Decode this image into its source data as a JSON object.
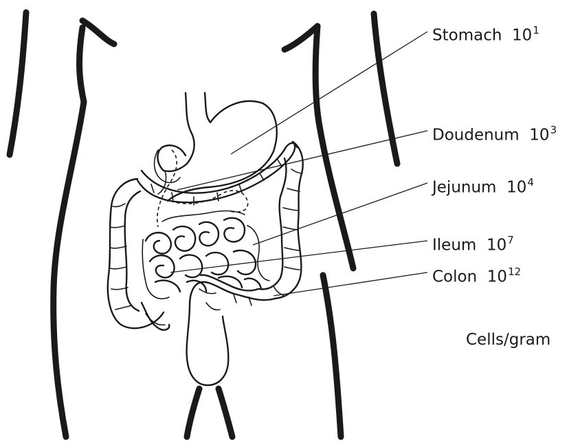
{
  "labels": [
    {
      "key": "stomach",
      "name": "Stomach",
      "base": "10",
      "exp": "1"
    },
    {
      "key": "duodenum",
      "name": "Doudenum",
      "base": "10",
      "exp": "3"
    },
    {
      "key": "jejunum",
      "name": "Jejunum",
      "base": "10",
      "exp": "4"
    },
    {
      "key": "ileum",
      "name": "Ileum",
      "base": "10",
      "exp": "7"
    },
    {
      "key": "colon",
      "name": "Colon",
      "base": "10",
      "exp": "12"
    }
  ],
  "unit_note": "Cells/gram",
  "colors": {
    "ink": "#1a1a1a",
    "background": "#ffffff"
  }
}
